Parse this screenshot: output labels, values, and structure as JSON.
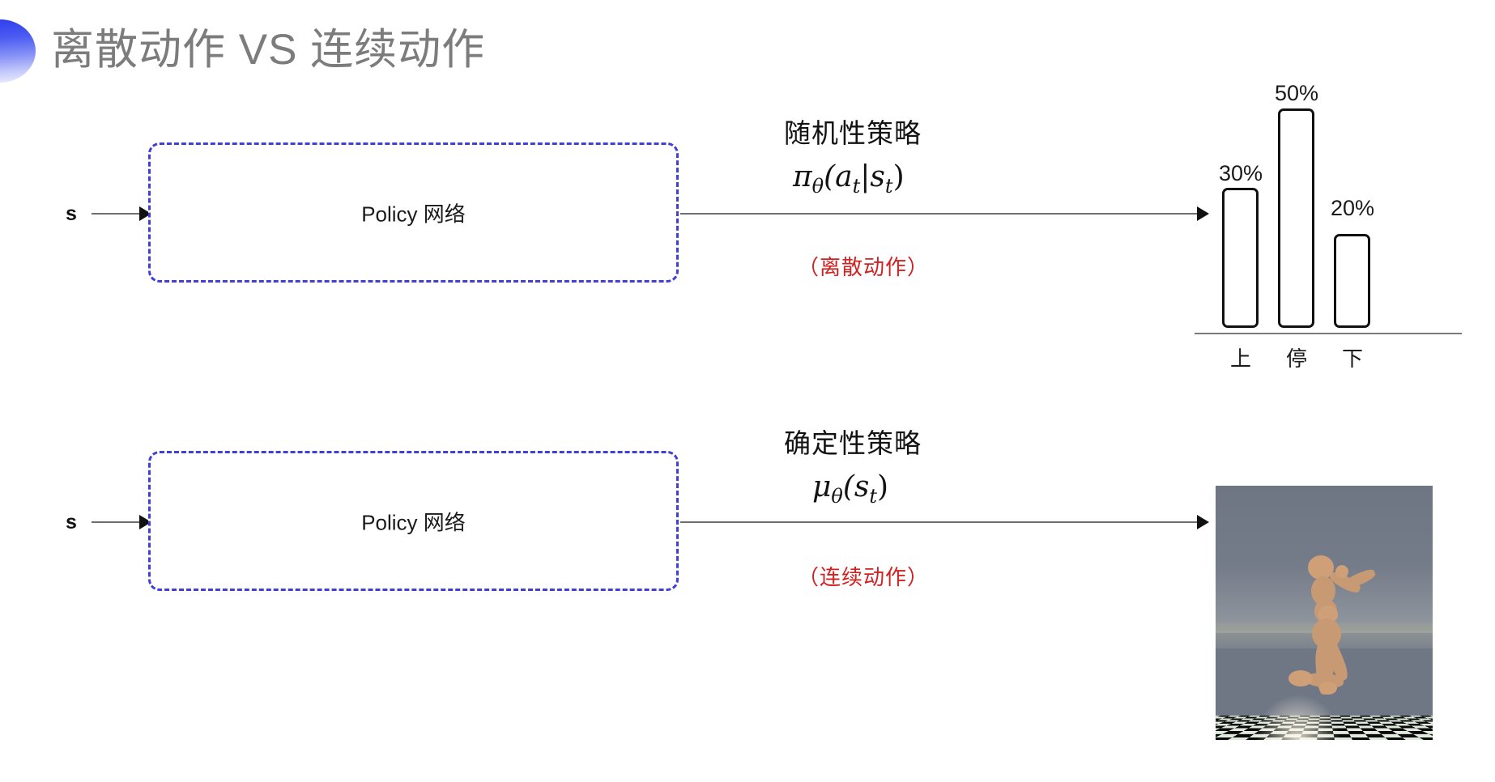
{
  "slide": {
    "title": "离散动作 VS 连续动作",
    "bullet_icon": "half-circle-gradient-icon",
    "title_color": "#7c7c7c",
    "accent_color": "#4040d8",
    "highlight_color": "#d32020",
    "background": "#ffffff"
  },
  "rows": [
    {
      "id": "discrete",
      "input_label": "s",
      "box_label": "Policy 网络",
      "policy_title": "随机性策略",
      "policy_formula": {
        "symbol": "π",
        "subscript": "θ",
        "body": "(a",
        "body_sub": "t",
        "mid": "|s",
        "mid_sub": "t",
        "close": ")",
        "plain": "π_θ(a_t|s_t)"
      },
      "note": "（离散动作）",
      "output_kind": "bar-chart"
    },
    {
      "id": "continuous",
      "input_label": "s",
      "box_label": "Policy 网络",
      "policy_title": "确定性策略",
      "policy_formula": {
        "symbol": "μ",
        "subscript": "θ",
        "body": "(s",
        "body_sub": "t",
        "close": ")",
        "plain": "μ_θ(s_t)"
      },
      "note": "（连续动作）",
      "output_kind": "humanoid-simulation"
    }
  ],
  "chart_data": {
    "type": "bar",
    "title": "",
    "categories": [
      "上",
      "停",
      "下"
    ],
    "values": [
      30,
      50,
      20
    ],
    "value_labels": [
      "30%",
      "50%",
      "20%"
    ],
    "xlabel": "",
    "ylabel": "",
    "ylim": [
      0,
      60
    ],
    "grid": false,
    "legend": "none",
    "bar_fill": "#ffffff",
    "bar_stroke": "#111111"
  },
  "humanoid": {
    "caption": "",
    "env_name": "humanoid-checkerboard-scene",
    "sky_color": "#6f7684",
    "floor_colors": [
      "#0a0a0a",
      "#dfeadd"
    ],
    "body_color": "#c89a74"
  }
}
